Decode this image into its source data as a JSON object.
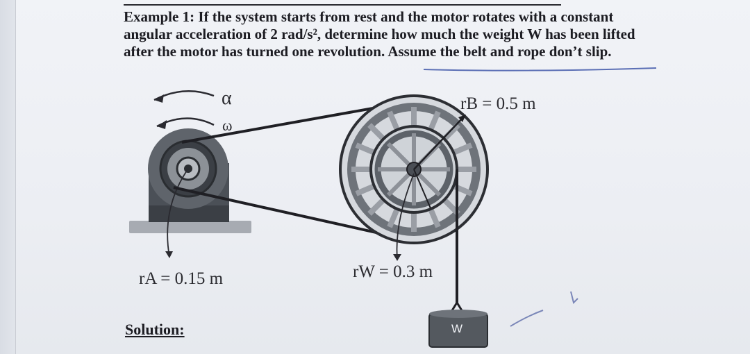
{
  "problem": {
    "line1": "Example 1: If the system starts from rest and the motor rotates with a constant",
    "line2": "angular acceleration of 2 rad/s², determine how much the weight W has been lifted",
    "line3": "after the motor has turned one revolution. Assume the belt and rope don’t slip."
  },
  "figure": {
    "alpha_label": "α",
    "omega_label": "ω",
    "rA_label": "rA = 0.15 m",
    "rB_label": "rB = 0.5 m",
    "rW_label": "rW = 0.3 m",
    "weight_label": "W"
  },
  "solution_label": "Solution:",
  "colors": {
    "ink": "#1c1c22",
    "paper": "#eef0f4",
    "motor_dark": "#3b3f45",
    "motor_mid": "#70757c",
    "highlight": "#5b6fb5"
  }
}
